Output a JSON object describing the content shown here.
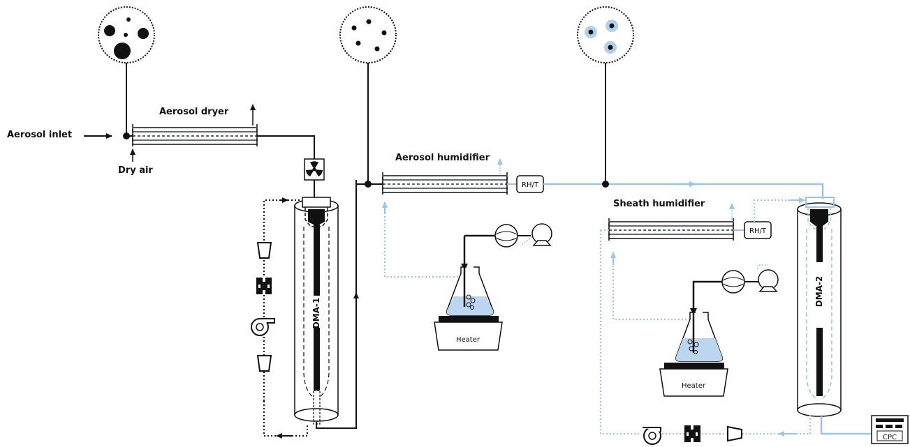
{
  "labels": {
    "aerosol_inlet": "Aerosol inlet",
    "aerosol_dryer": "Aerosol dryer",
    "dry_air": "Dry air",
    "aerosol_humidifier": "Aerosol humidifier",
    "sheath_humidifier": "Sheath humidifier",
    "rh_t_1": "RH/T",
    "rh_t_2": "RH/T",
    "dma_1": "DMA-1",
    "dma_2": "DMA-2",
    "heater_1": "Heater",
    "heater_2": "Heater",
    "cpc": "CPC"
  },
  "icons": {
    "radioactive": "radioactive-neutralizer-icon",
    "pump": "pump-icon",
    "flowmeter": "flowmeter-icon",
    "filter": "filter-icon",
    "valve": "valve-icon",
    "blower": "blower-icon"
  },
  "colors": {
    "line_dark": "#111111",
    "line_blue": "#9dc3e6",
    "particle_dark": "#111111",
    "particle_shell": "#b4cfe8",
    "liquid": "#bcd6ef"
  }
}
